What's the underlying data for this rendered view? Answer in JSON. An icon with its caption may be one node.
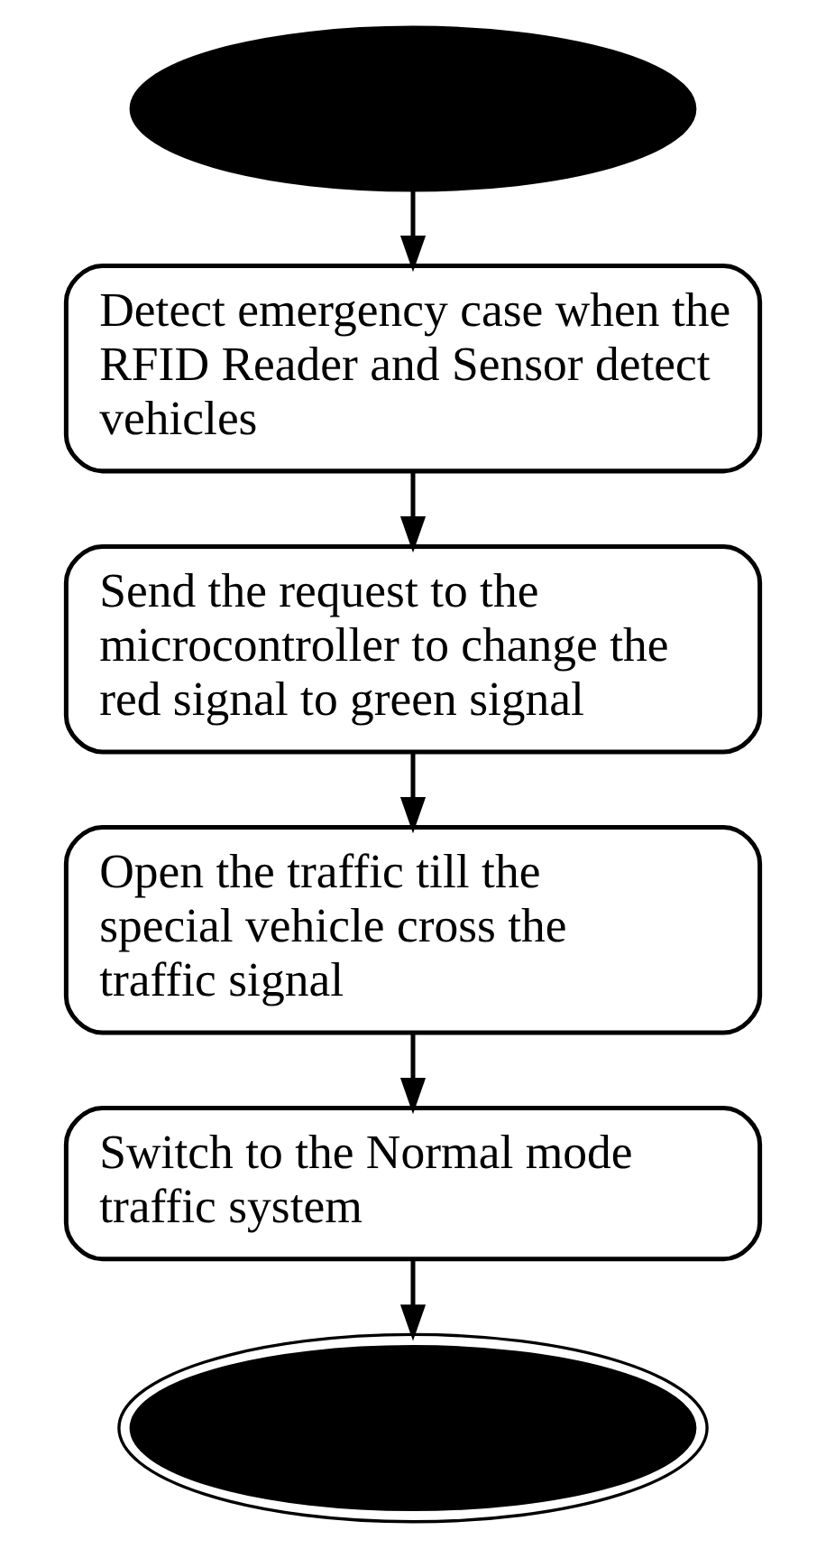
{
  "diagram": {
    "nodes": [
      {
        "text": [],
        "shape": "ellipse"
      },
      {
        "text": [
          "Detect emergency case when the RFID Reader and Sensor detect vehicles"
        ]
      },
      {
        "text": [
          "Send the request to the microcontroller to change the red signal to green signal"
        ]
      },
      {
        "text": [
          "Open the traffic till the special vehicle cross the traffic signal"
        ]
      },
      {
        "text": [
          "Switch to the Normal mode traffic system"
        ]
      },
      {
        "text": [],
        "shape": "ellipse"
      }
    ],
    "edges": [
      {
        "from": 0,
        "to": 1,
        "arrow": "to"
      },
      {
        "from": 1,
        "to": 2,
        "arrow": "to"
      },
      {
        "from": 2,
        "to": 3,
        "arrow": "to"
      },
      {
        "from": 3,
        "to": 4,
        "arrow": "to"
      },
      {
        "from": 4,
        "to": 5,
        "arrow": "to"
      }
    ]
  }
}
